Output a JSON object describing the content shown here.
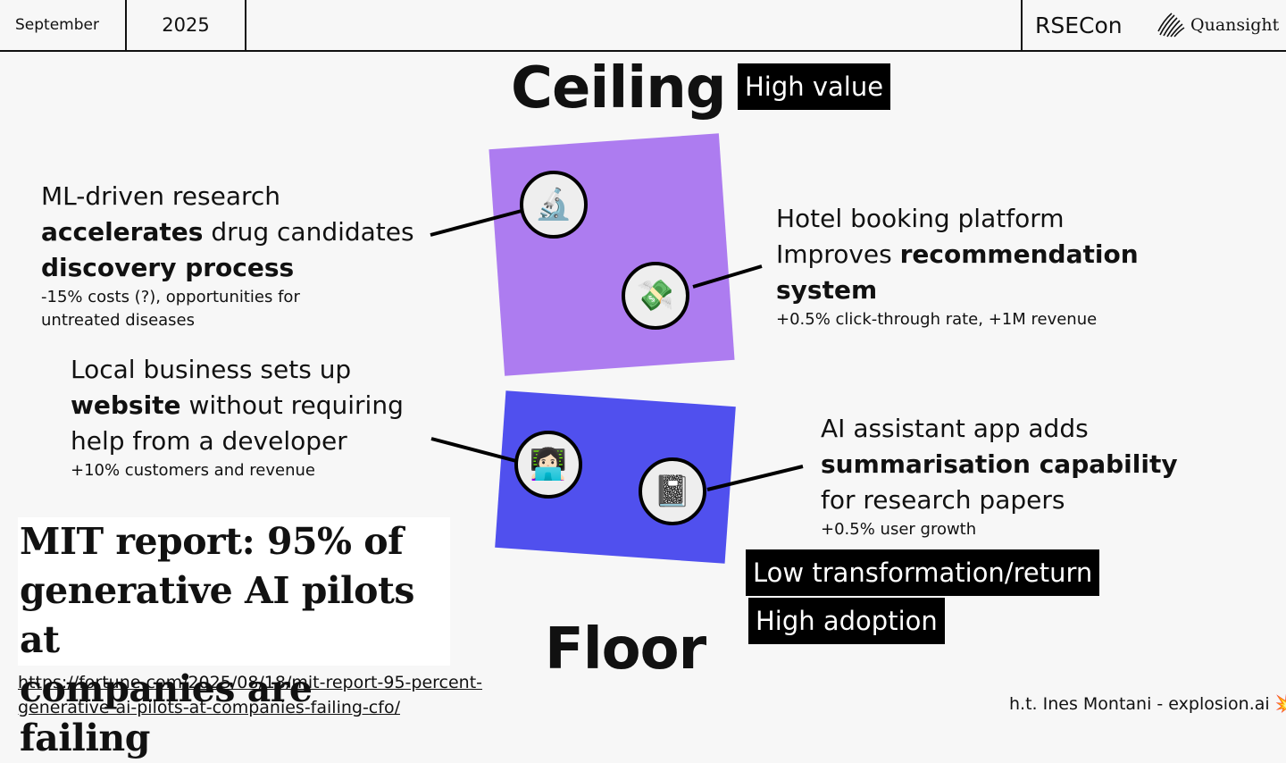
{
  "header": {
    "month": "September",
    "year": "2025",
    "conference": "RSECon",
    "logo_text": "Quansight",
    "logo_icon": "quansight-logo-icon"
  },
  "slide": {
    "ceiling": "Ceiling",
    "floor": "Floor",
    "tags": {
      "high_value": "High value",
      "low_transformation": "Low transformation/return",
      "high_adoption": "High adoption"
    },
    "colors": {
      "ceiling_square": "#ad7cf0",
      "floor_square": "#5050ee",
      "tag_bg": "#000000"
    },
    "examples": {
      "ml": {
        "line1": "ML-driven research",
        "line2_bold": "accelerates",
        "line2_rest": " drug candidates",
        "line3_bold": "discovery process",
        "note1": "-15% costs (?), opportunities for",
        "note2": "untreated diseases",
        "emoji": "🔬"
      },
      "hotel": {
        "line1": "Hotel booking platform",
        "line2_pre": "Improves ",
        "line2_bold": "recommendation",
        "line3_bold": "system",
        "note": "+0.5% click-through rate, +1M revenue",
        "emoji": "💸"
      },
      "local": {
        "line1": "Local business sets up",
        "line2_bold": "website",
        "line2_rest": " without requiring",
        "line3": "help from a developer",
        "note": "+10% customers and revenue",
        "emoji": "👩🏻‍💻"
      },
      "ai": {
        "line1": "AI assistant app adds",
        "line2_bold": "summarisation capability",
        "line3": "for research papers",
        "note": "+0.5% user growth",
        "emoji": "📓"
      }
    },
    "headline": {
      "line1": "MIT report: 95% of",
      "line2": "generative AI pilots at",
      "line3": "companies are failing"
    },
    "link": {
      "line1": "https://fortune.com/2025/08/18/mit-report-95-percent-",
      "line2": "generative-ai-pilots-at-companies-failing-cfo/"
    },
    "credit": "h.t. Ines Montani - explosion.ai 💥"
  }
}
